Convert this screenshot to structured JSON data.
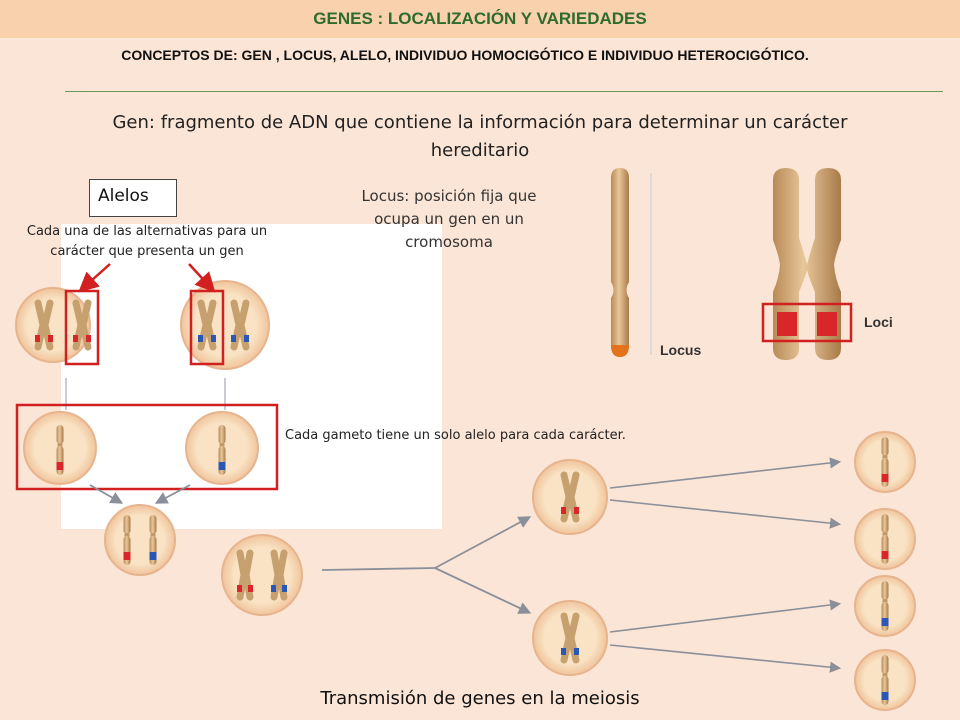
{
  "header": {
    "title": "GENES :  LOCALIZACIÓN Y VARIEDADES"
  },
  "subtitle": "CONCEPTOS  DE: GEN , LOCUS, ALELO, INDIVIDUO HOMOCIGÓTICO  E INDIVIDUO HETEROCIGÓTICO.",
  "gen_definition": "Gen:  fragmento de ADN que contiene la información para determinar un carácter hereditario",
  "alelos": {
    "label": "Alelos",
    "description": "Cada una de las alternativas para un carácter que presenta un gen"
  },
  "locus_definition": "Locus:  posición  fija que ocupa un gen en un cromosoma",
  "gameto_note": "Cada gameto tiene un solo alelo para cada carácter.",
  "labels": {
    "locus": "Locus",
    "loci": "Loci"
  },
  "caption": "Transmisión de genes en la meiosis",
  "colors": {
    "title": "#2e6b2e",
    "highlight_box": "#d21f1f",
    "allele_red": "#d9262b",
    "allele_blue": "#2a56b6",
    "chromosome": "#d7b07e",
    "cell_fill": "#f8ddb8",
    "cell_border": "#e7b48e"
  }
}
